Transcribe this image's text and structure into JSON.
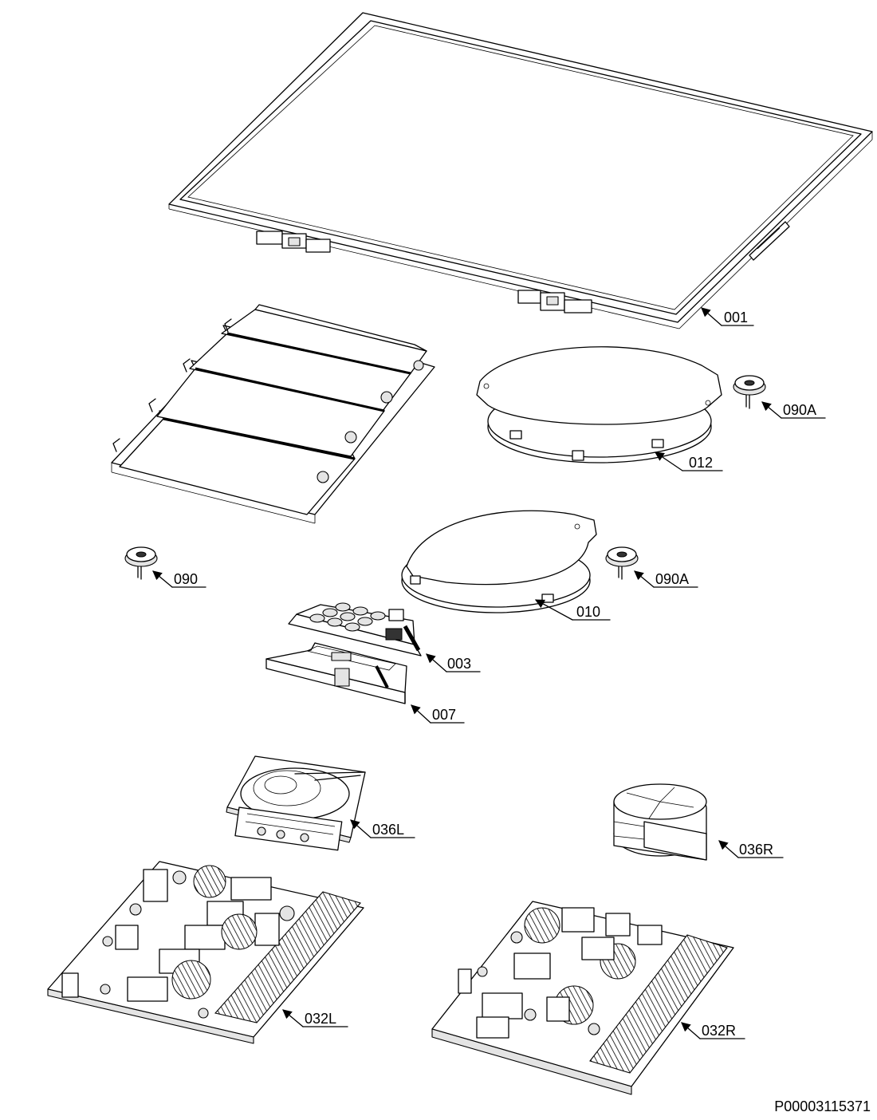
{
  "diagram": {
    "document_ref": "P00003115371",
    "callouts": {
      "c001": "001",
      "c090A_top": "090A",
      "c012": "012",
      "c090": "090",
      "c090A_mid": "090A",
      "c010": "010",
      "c003": "003",
      "c007": "007",
      "c036L": "036L",
      "c036R": "036R",
      "c032L": "032L",
      "c032R": "032R"
    }
  }
}
